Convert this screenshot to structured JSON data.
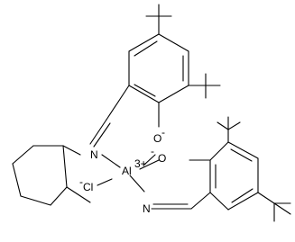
{
  "molecule": {
    "atoms": {
      "nitrogen_top": "N",
      "nitrogen_bottom": "N",
      "aluminum": "Al",
      "aluminum_charge": "3+",
      "oxygen_top": "O",
      "oxygen_top_charge": "-",
      "oxygen_bottom": "O",
      "oxygen_bottom_charge": "-",
      "chlorine": "Cl",
      "chlorine_charge": "-"
    }
  }
}
